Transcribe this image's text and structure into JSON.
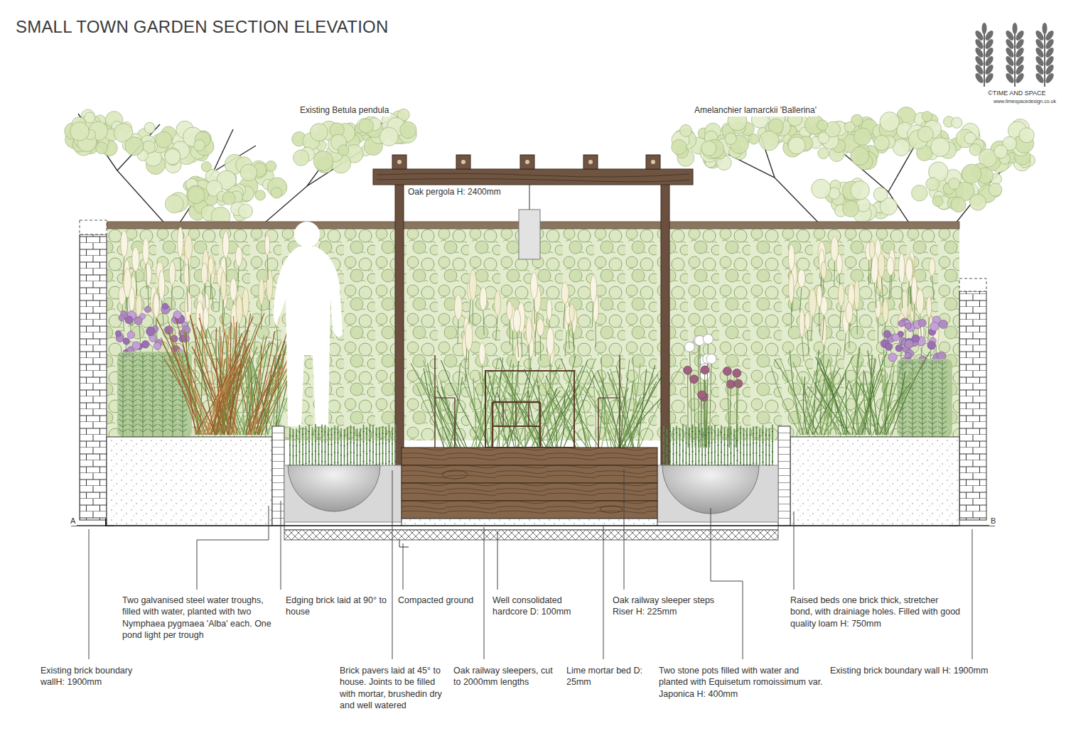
{
  "diagram": {
    "title": "SMALL TOWN GARDEN SECTION ELEVATION",
    "labels": [
      "©TIME AND SPACE",
      "www.timespacedesign.co.uk",
      "Existing Betula pendula",
      "Amelanchier lamarckii 'Ballerina'",
      "Oak pergola H: 2400mm",
      "A",
      "B",
      "Two galvanised steel water troughs, filled with water, planted with two Nymphaea pygmaea 'Alba' each. One pond light per trough",
      "Edging brick laid at 90° to house",
      "Compacted ground",
      "Well consolidated hardcore D: 100mm",
      "Oak railway sleeper steps Riser H: 225mm",
      "Raised beds one brick thick, stretcher bond, with drainiage holes. Filled with good quality loam H: 750mm",
      "Existing brick boundary wallH: 1900mm",
      "Brick pavers laid at 45° to house. Joints to be filled with mortar, brushedin dry and well watered",
      "Oak railway sleepers, cut to 2000mm lengths",
      "Lime mortar bed D: 25mm",
      "Two stone pots filled with water and planted with Equisetum romoissimum var. Japonica H: 400mm",
      "Existing brick boundary wall H: 1900mm"
    ]
  }
}
